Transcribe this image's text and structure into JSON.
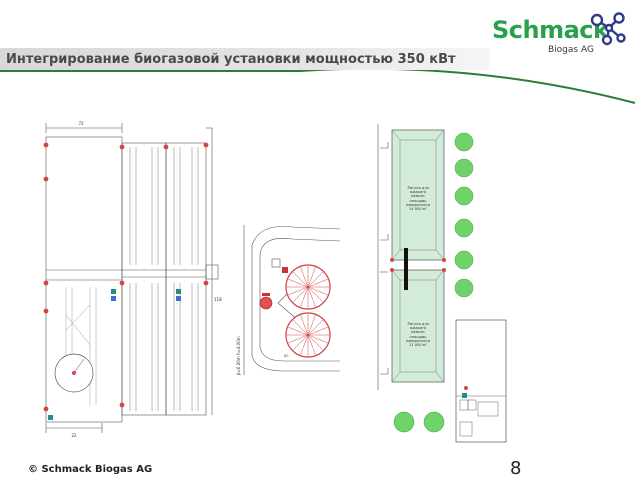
{
  "header": {
    "title": "Интегрирование биогазовой установки мощностью 350 кВт"
  },
  "logo": {
    "brand": "Schmack",
    "sub": "Biogas AG"
  },
  "footer": {
    "copyright": "© Schmack Biogas AG",
    "page_number": "8"
  },
  "plans": {
    "left_dim_top": "72",
    "left_dim_bottom": "22",
    "left_dim_side": "118",
    "center_dim_vertical": "β=6,00m h=4,00m",
    "center_dim_label": "80",
    "right_tank_top_label": "Лагуна для жидкого навоза: площадь поверхности 14 000 м²",
    "right_tank_bottom_label": "Лагуна для жидкого навоза: площадь поверхности 11 000 м²"
  },
  "colors": {
    "brand_green": "#2a9f4c",
    "swoosh": "#2e7d32",
    "tank_fill": "#d2ecd9",
    "digester": "#d64545",
    "tree": "#6fd36a"
  }
}
